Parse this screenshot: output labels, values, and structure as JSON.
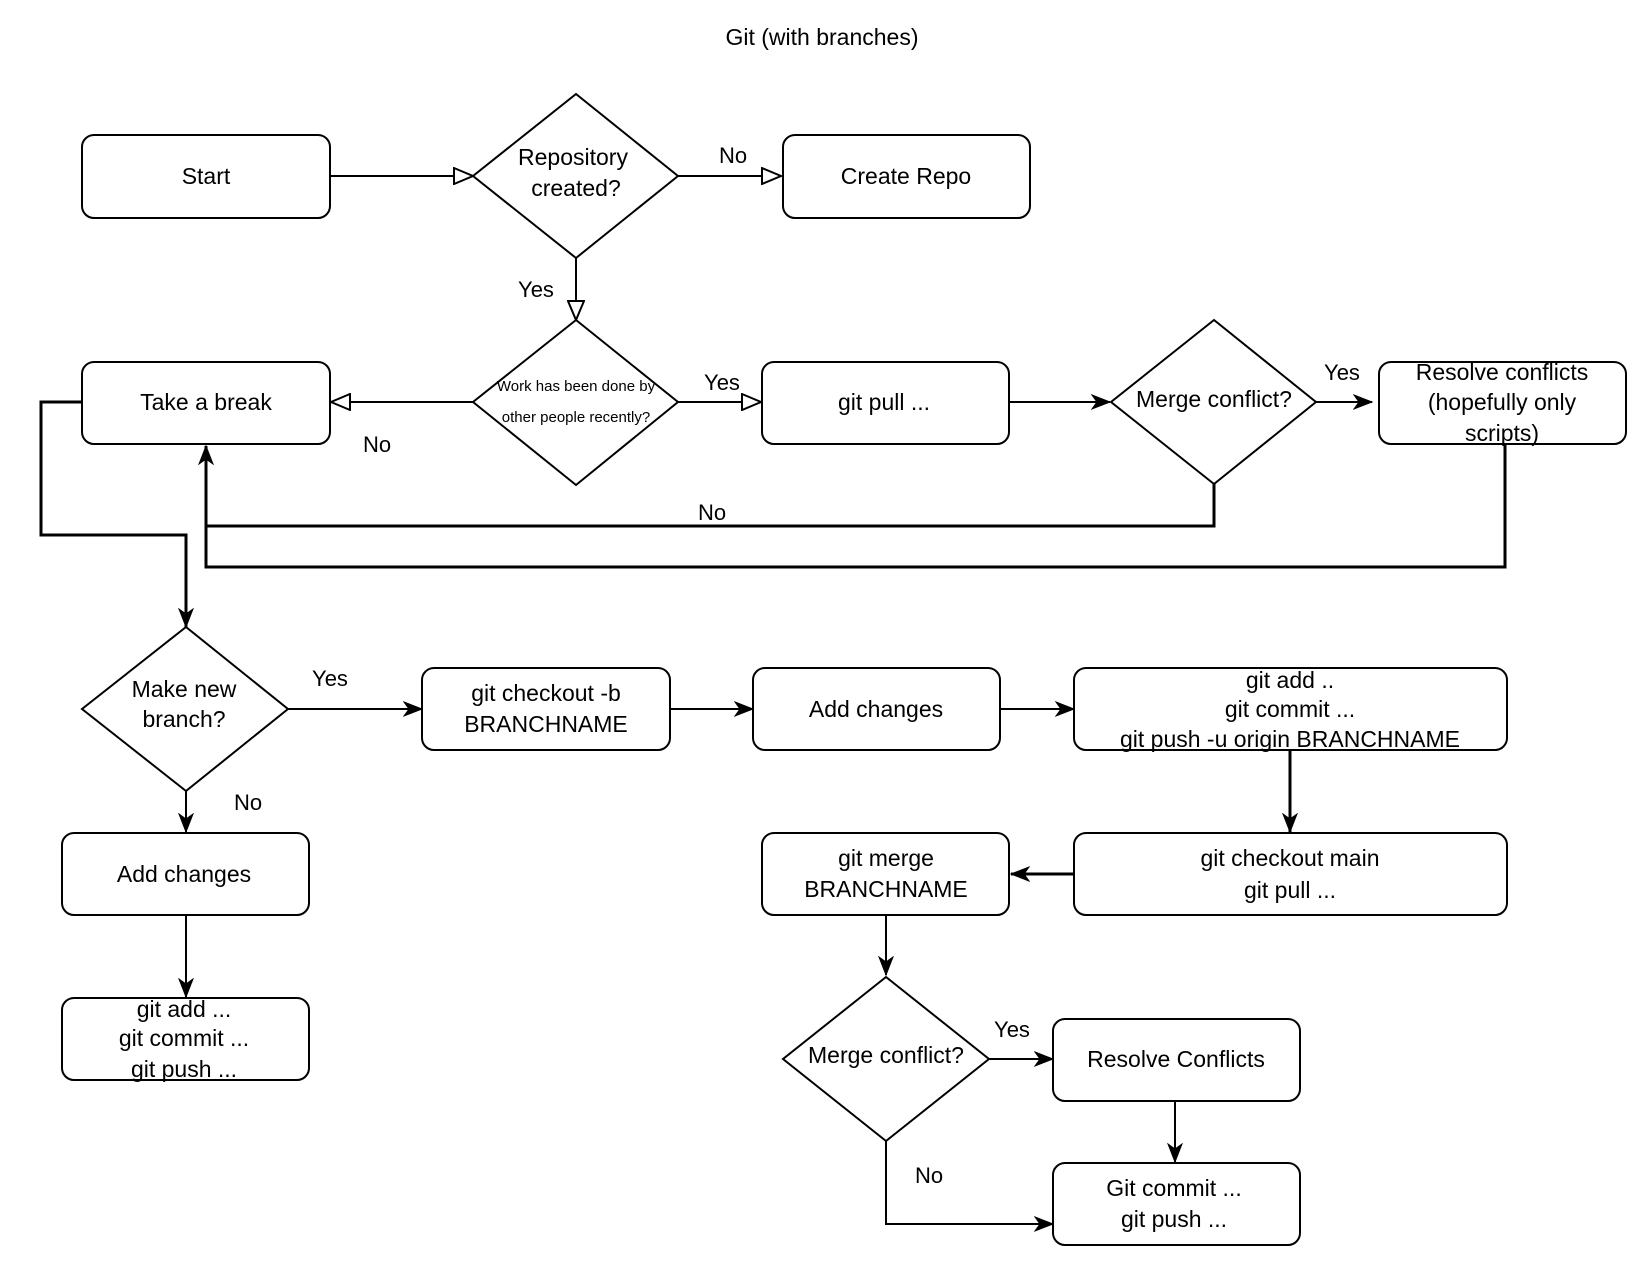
{
  "title": "Git (with branches)",
  "nodes": {
    "start": "Start",
    "repo_created": [
      "Repository",
      "created?"
    ],
    "create_repo": "Create Repo",
    "take_break": "Take a break",
    "work_done": [
      "Work has been done by",
      "other people recently?"
    ],
    "git_pull_1": "git pull ...",
    "merge_conflict_1": "Merge conflict?",
    "resolve_conflicts_1": [
      "Resolve conflicts",
      "(hopefully only",
      "scripts)"
    ],
    "make_new_branch": [
      "Make new",
      "branch?"
    ],
    "git_checkout_b": [
      "git checkout -b",
      "BRANCHNAME"
    ],
    "add_changes_branch": "Add changes",
    "git_add_push_branch": [
      "git add ..",
      "git commit ...",
      "git push -u origin BRANCHNAME"
    ],
    "add_changes_main": "Add changes",
    "git_add_push_main": [
      "git add ...",
      "git commit ...",
      "git push ..."
    ],
    "git_checkout_main": [
      "git checkout main",
      "git pull ..."
    ],
    "git_merge": [
      "git merge",
      "BRANCHNAME"
    ],
    "merge_conflict_2": "Merge conflict?",
    "resolve_conflicts_2": "Resolve Conflicts",
    "git_commit_push": [
      "Git commit ...",
      "git push ..."
    ]
  },
  "edge_labels": {
    "repo_no": "No",
    "repo_yes": "Yes",
    "work_yes": "Yes",
    "work_no": "No",
    "merge1_yes": "Yes",
    "merge1_no": "No",
    "branch_yes": "Yes",
    "branch_no": "No",
    "merge2_yes": "Yes",
    "merge2_no": "No"
  }
}
